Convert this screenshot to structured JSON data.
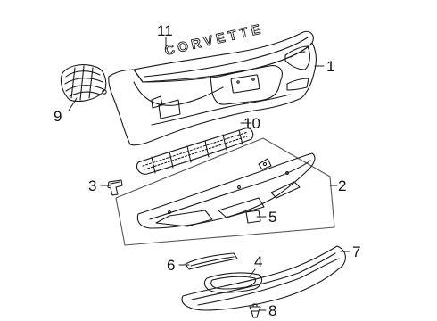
{
  "diagram": {
    "emblem_text": "CORVETTE",
    "callouts": [
      {
        "id": "1",
        "label": "1"
      },
      {
        "id": "2",
        "label": "2"
      },
      {
        "id": "3",
        "label": "3"
      },
      {
        "id": "4",
        "label": "4"
      },
      {
        "id": "5",
        "label": "5"
      },
      {
        "id": "6",
        "label": "6"
      },
      {
        "id": "7",
        "label": "7"
      },
      {
        "id": "8",
        "label": "8"
      },
      {
        "id": "9",
        "label": "9"
      },
      {
        "id": "10",
        "label": "10"
      },
      {
        "id": "11",
        "label": "11"
      }
    ]
  }
}
